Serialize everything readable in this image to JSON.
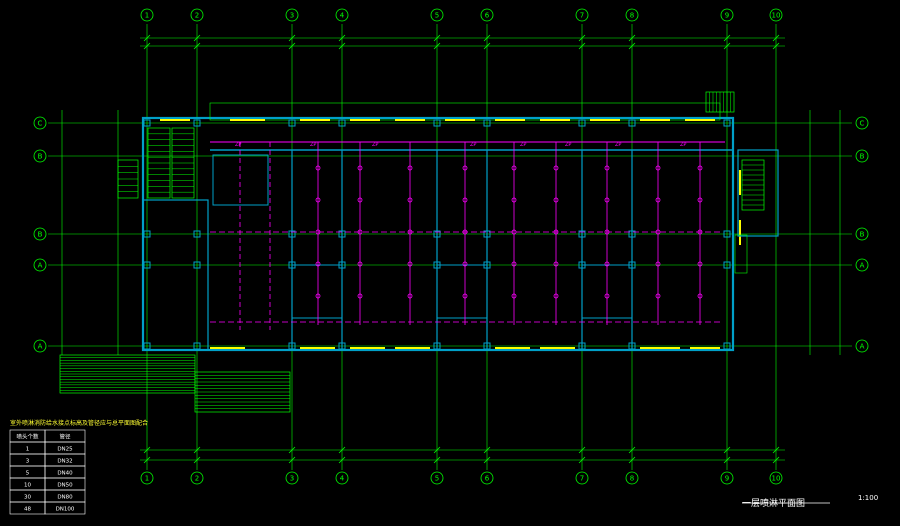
{
  "drawing": {
    "title": "一层喷淋平面图",
    "scale": "1:100",
    "note": "室外喷淋消防给水接点标高及管径应与总平面图配合"
  },
  "axes": {
    "vertical_labels": [
      "1",
      "2",
      "3",
      "4",
      "5",
      "6",
      "7",
      "8",
      "9",
      "10"
    ],
    "horizontal_labels": [
      "C",
      "B",
      "B",
      "A",
      "A"
    ]
  },
  "legend_table": {
    "header": [
      "喷头个数",
      "管径"
    ],
    "rows": [
      [
        "1",
        "DN25"
      ],
      [
        "3",
        "DN32"
      ],
      [
        "5",
        "DN40"
      ],
      [
        "10",
        "DN50"
      ],
      [
        "30",
        "DN80"
      ],
      [
        "48",
        "DN100"
      ]
    ]
  },
  "annotations": [
    "ZP",
    "ZP",
    "ZP",
    "ZP",
    "ZP",
    "ZP",
    "ZP",
    "ZP"
  ],
  "colors": {
    "background": "#000000",
    "axis": "#00ff00",
    "wall": "#00a0c8",
    "pipe": "#ff00ff",
    "window": "#ffff00",
    "text": "#ffffff"
  }
}
